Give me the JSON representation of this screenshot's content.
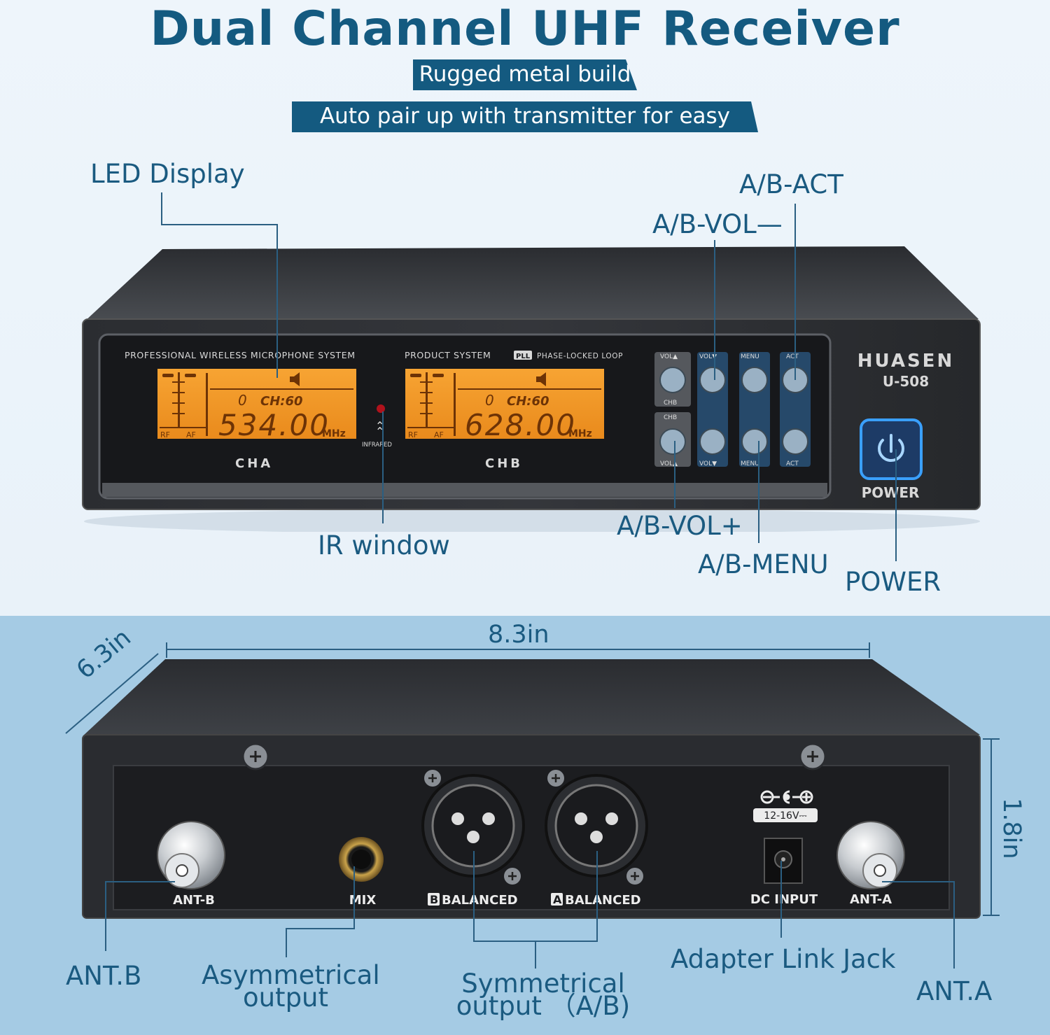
{
  "title": "Dual Channel UHF Receiver",
  "banners": [
    "Rugged metal build",
    "Auto pair up with transmitter for easy setup"
  ],
  "front_callouts": {
    "led_display": "LED Display",
    "ab_act": "A/B-ACT",
    "ab_vol_minus": "A/B-VOL—",
    "ir_window": "IR window",
    "ab_vol_plus": "A/B-VOL+",
    "ab_menu": "A/B-MENU",
    "power": "POWER"
  },
  "front_panel": {
    "system_text_left": "PROFESSIONAL WIRELESS MICROPHONE SYSTEM",
    "system_text_right_a": "PRODUCT SYSTEM",
    "pll": "PLL",
    "system_text_right_b": "PHASE-LOCKED LOOP",
    "channel_a": {
      "label": "CHA",
      "group": "0",
      "channel": "CH:60",
      "frequency": "534.00",
      "unit": "MHz",
      "rf": "RF",
      "af": "AF"
    },
    "channel_b": {
      "label": "CHB",
      "group": "0",
      "channel": "CH:60",
      "frequency": "628.00",
      "unit": "MHz",
      "rf": "RF",
      "af": "AF"
    },
    "infrared": "INFRARED",
    "brand": "HUASEN",
    "model": "U-508",
    "power_label": "POWER",
    "buttons": {
      "vol_up": "VOL▲",
      "vol_down": "VOL▼",
      "menu": "MENU",
      "act": "ACT",
      "chb": "CHB"
    }
  },
  "dimensions": {
    "width": "8.3in",
    "depth": "6.3in",
    "height": "1.8in"
  },
  "rear_panel": {
    "ant_b": "ANT-B",
    "mix": "MIX",
    "b_letter": "B",
    "a_letter": "A",
    "balanced": "BALANCED",
    "dc_input": "DC INPUT",
    "ant_a": "ANT-A",
    "voltage": "12-16V⎓"
  },
  "rear_callouts": {
    "ant_b": "ANT.B",
    "asym_1": "Asymmetrical",
    "asym_2": "output",
    "sym_1": "Symmetrical",
    "sym_2": "output （A/B)",
    "adapter": "Adapter Link Jack",
    "ant_a": "ANT.A"
  },
  "colors": {
    "accent": "#145a80",
    "lcd": "#f39a2c",
    "power_glow": "#3aa0ff",
    "bottom_bg": "#a5cbe4"
  }
}
